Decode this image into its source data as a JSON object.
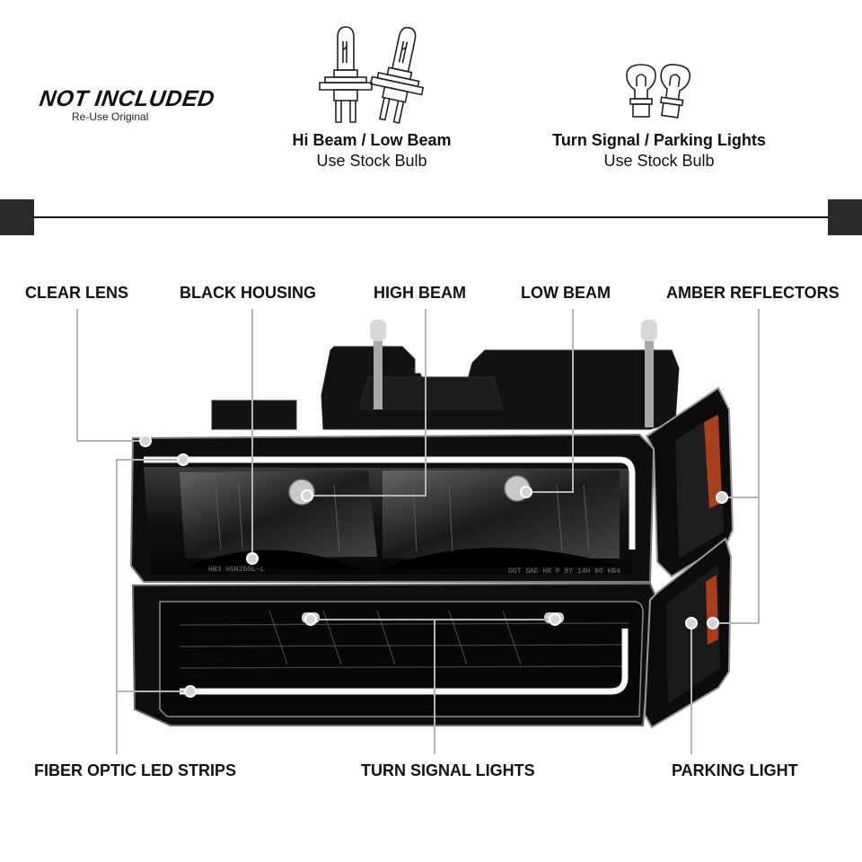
{
  "header": {
    "not_included": "NOT INCLUDED",
    "reuse_original": "Re-Use Original",
    "bulbs": [
      {
        "title": "Hi Beam / Low Beam",
        "subtitle": "Use Stock Bulb",
        "icon": "halogen-bulb-icon"
      },
      {
        "title": "Turn Signal / Parking Lights",
        "subtitle": "Use Stock Bulb",
        "icon": "wedge-bulb-icon"
      }
    ]
  },
  "callouts": {
    "clear_lens": "CLEAR LENS",
    "black_housing": "BLACK HOUSING",
    "high_beam": "HIGH BEAM",
    "low_beam": "LOW BEAM",
    "amber_reflectors": "AMBER REFLECTORS",
    "fiber_optic": "FIBER OPTIC LED STRIPS",
    "turn_signal": "TURN SIGNAL LIGHTS",
    "parking_light": "PARKING LIGHT"
  },
  "product": {
    "lens_text_left": "HB3 HGN200L-L",
    "lens_text_right": "DOT SAE HR P 8Y 14H 90 HB4"
  },
  "colors": {
    "housing": "#0d0d0d",
    "chrome": "#9a9a9a",
    "led": "#f2f2f2",
    "amber": "#b8431c",
    "callout_line": "#b5b5b5"
  }
}
